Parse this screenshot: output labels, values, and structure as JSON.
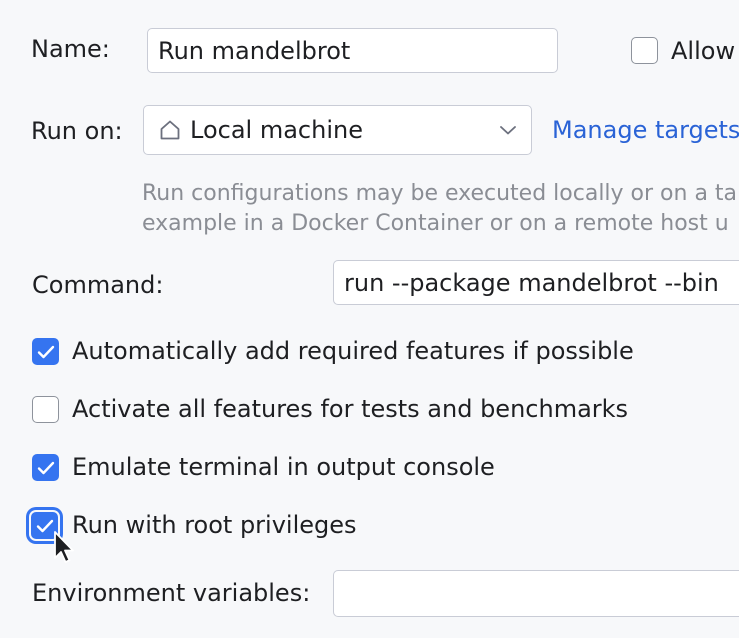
{
  "name": {
    "label": "Name:",
    "value": "Run mandelbrot"
  },
  "allow": {
    "label": "Allow",
    "checked": false
  },
  "run_on": {
    "label": "Run on:",
    "value": "Local machine",
    "link": "Manage targets",
    "hint_line1": "Run configurations may be executed locally or on a ta",
    "hint_line2": "example in a Docker Container or on a remote host u"
  },
  "command": {
    "label": "Command:",
    "value": "run --package mandelbrot --bin"
  },
  "options": [
    {
      "label": "Automatically add required features if possible",
      "checked": true
    },
    {
      "label": "Activate all features for tests and benchmarks",
      "checked": false
    },
    {
      "label": "Emulate terminal in output console",
      "checked": true
    },
    {
      "label": "Run with root privileges",
      "checked": true,
      "focused": true
    }
  ],
  "env": {
    "label": "Environment variables:",
    "value": ""
  },
  "colors": {
    "accent": "#3574f0",
    "link": "#2a63d6",
    "hint": "#8a8d94"
  },
  "icons": {
    "select": "home-icon",
    "dropdown": "chevron-down-icon",
    "cursor": "mouse-pointer-icon"
  }
}
